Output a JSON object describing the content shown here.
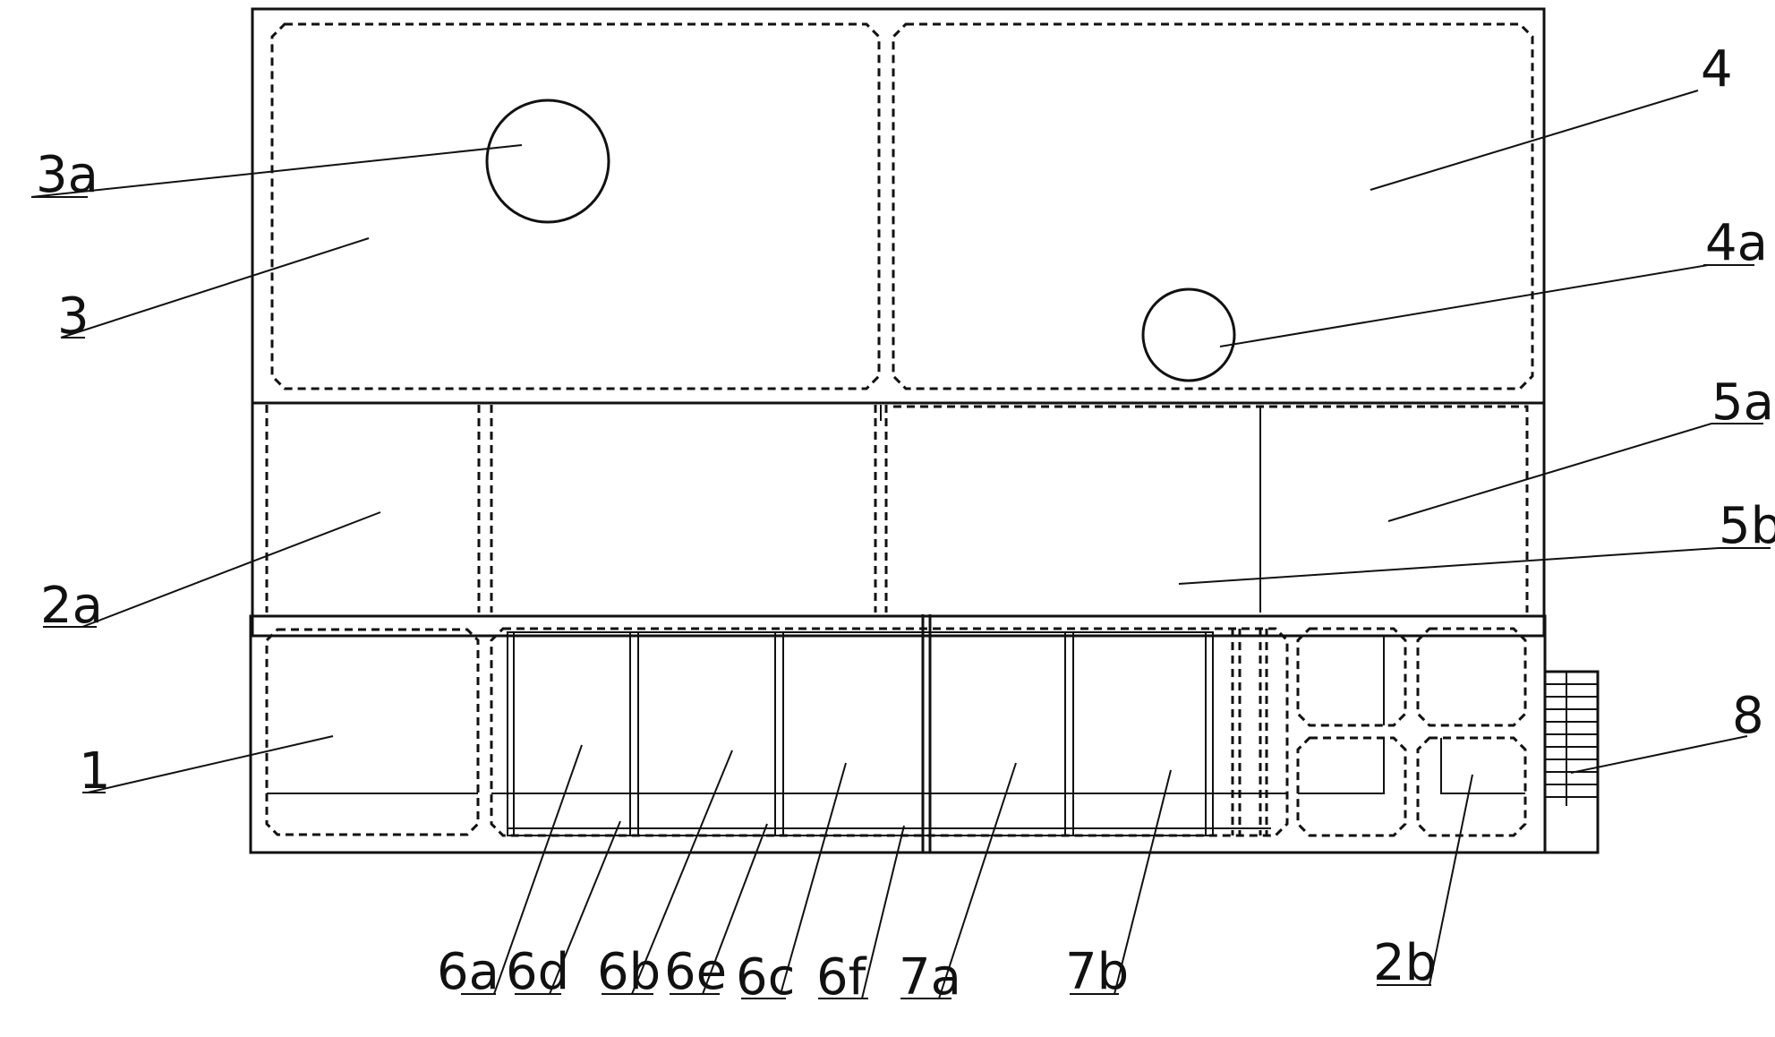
{
  "labels": {
    "l3a": "3a",
    "l3": "3",
    "l4": "4",
    "l4a": "4a",
    "l5a": "5a",
    "l5b": "5b",
    "l2a": "2a",
    "l1": "1",
    "l8": "8",
    "l6a": "6a",
    "l6d": "6d",
    "l6b": "6b",
    "l6e": "6e",
    "l6c": "6c",
    "l6f": "6f",
    "l7a": "7a",
    "l7b": "7b",
    "l2b": "2b"
  }
}
